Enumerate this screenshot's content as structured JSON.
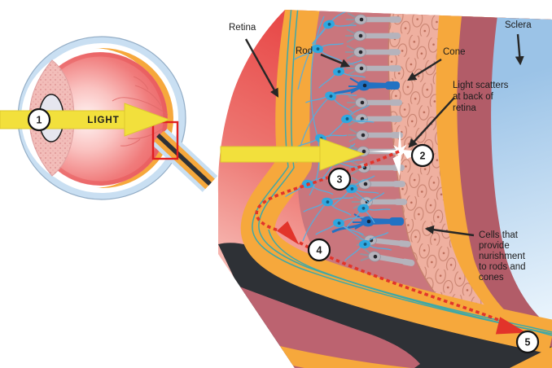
{
  "figure": {
    "type": "eye-anatomy-diagram",
    "description": "Cross-section of eye with magnified retina showing light scattering",
    "eye": {
      "light_label": "LIGHT"
    },
    "labels": {
      "retina": "Retina",
      "rod": "Rod",
      "cone": "Cone",
      "sclera": "Sclera",
      "scatter_lines": [
        "Light scatters",
        "at back of",
        "retina"
      ],
      "nourish_lines": [
        "Cells that",
        "provide",
        "nurishment",
        "to rods and",
        "cones"
      ]
    },
    "steps": [
      "1",
      "2",
      "3",
      "4",
      "5"
    ]
  },
  "colors": {
    "yellow": "#F2E03C",
    "yellow-edge": "#DDC92E",
    "orange": "#F6A83C",
    "sclera-blue": "#C9DFF2",
    "neural-rose": "#C9767D",
    "rpe-pink": "#EFB0A0",
    "rpe-line": "#C5806D",
    "mauve": "#B25C68",
    "neuron-blue": "#2FA8E0",
    "neuron-line": "#58ACDB",
    "cone-blue": "#2272C3",
    "rod-gray": "#B5B3BC",
    "rod-edge": "#94929E",
    "nerve-black": "#2E3136",
    "scatter-red": "#E2342A",
    "teal": "#3DA8A8",
    "highlight-red": "#E01F1F",
    "eye-red": "#E84F52"
  }
}
